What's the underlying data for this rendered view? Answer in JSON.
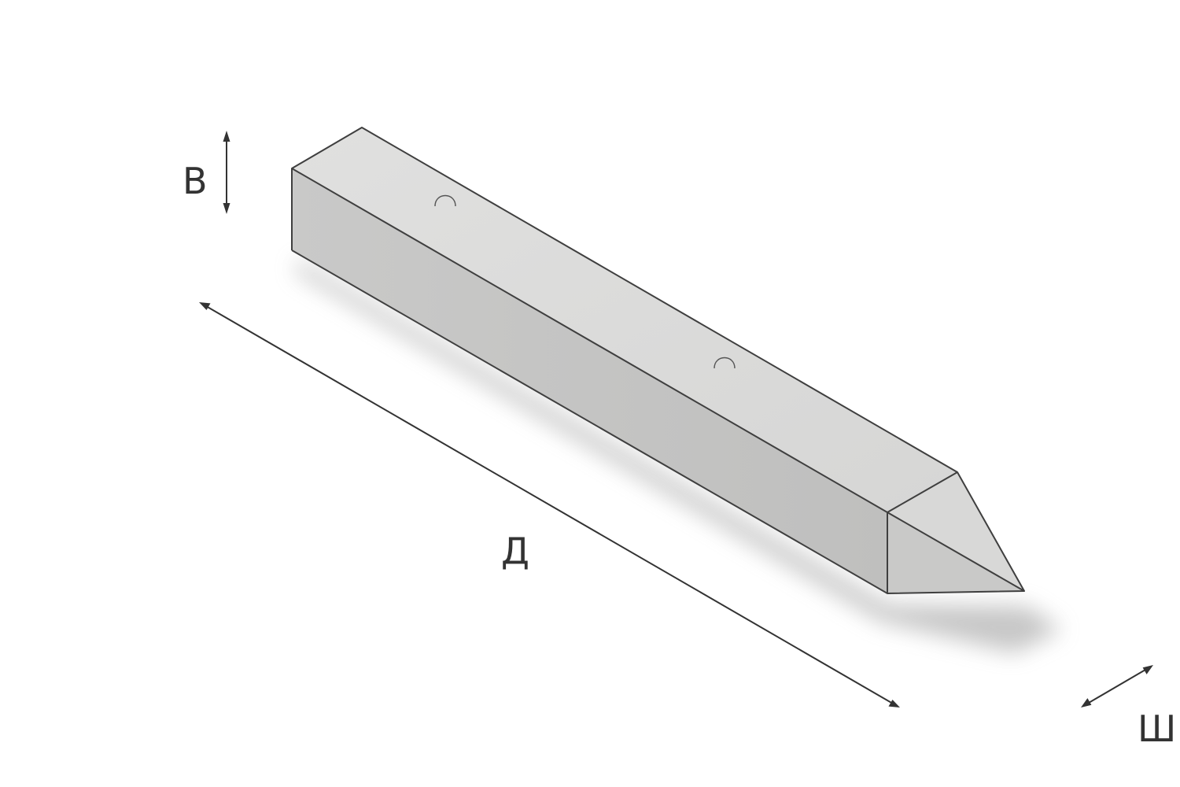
{
  "diagram": {
    "labels": {
      "height": "В",
      "length": "Д",
      "width": "Ш"
    },
    "colors": {
      "background": "#ffffff",
      "top_face": "#dcdcdb",
      "side_face": "#c4c4c3",
      "end_face": "#cbcbca",
      "tip_top_face": "#d9d9d8",
      "tip_bottom_face": "#c8c8c7",
      "edge": "#3f3f3f",
      "dimension_line": "#333333",
      "shadow": "#b0b0b0"
    }
  }
}
